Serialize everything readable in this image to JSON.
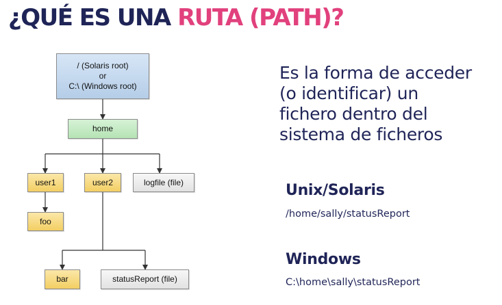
{
  "title": {
    "prefix": "¿QUÉ ES UNA ",
    "highlight": "RUTA (PATH)?",
    "color_main": "#1f2457",
    "color_accent": "#e1417d"
  },
  "tree": {
    "root": {
      "line1": "/ (Solaris root)",
      "line2": "or",
      "line3": "C:\\ (Windows root)"
    },
    "home": "home",
    "user1": "user1",
    "user2": "user2",
    "logfile": "logfile (file)",
    "foo": "foo",
    "bar": "bar",
    "statusReport": "statusReport (file)"
  },
  "definition": {
    "line1": "Es la forma de acceder",
    "line2": "(o identificar) un",
    "line3": "fichero dentro del",
    "line4": "sistema de ficheros"
  },
  "unix": {
    "heading": "Unix/Solaris",
    "path": "/home/sally/statusReport"
  },
  "windows": {
    "heading": "Windows",
    "path": "C:\\home\\sally\\statusReport"
  }
}
